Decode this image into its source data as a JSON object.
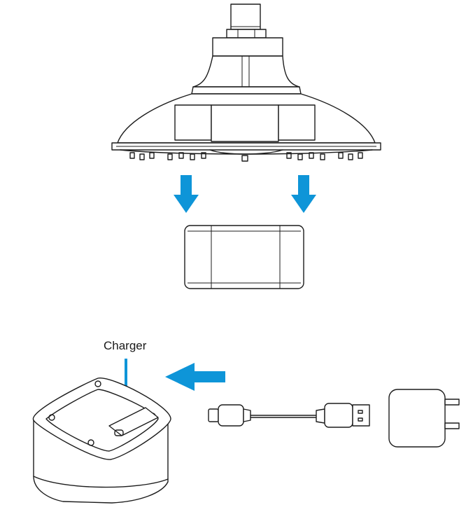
{
  "labels": {
    "charger": "Charger"
  },
  "colors": {
    "arrow": "#0e95d8",
    "line": "#1c1c1c",
    "background": "#ffffff"
  },
  "icons": {
    "shower_head": "shower-head-illustration",
    "battery_pack": "battery-pack-illustration",
    "charger_dock": "charging-dock-illustration",
    "usb_cable": "usb-c-to-usb-a-cable-illustration",
    "power_adapter": "wall-power-adapter-illustration"
  }
}
